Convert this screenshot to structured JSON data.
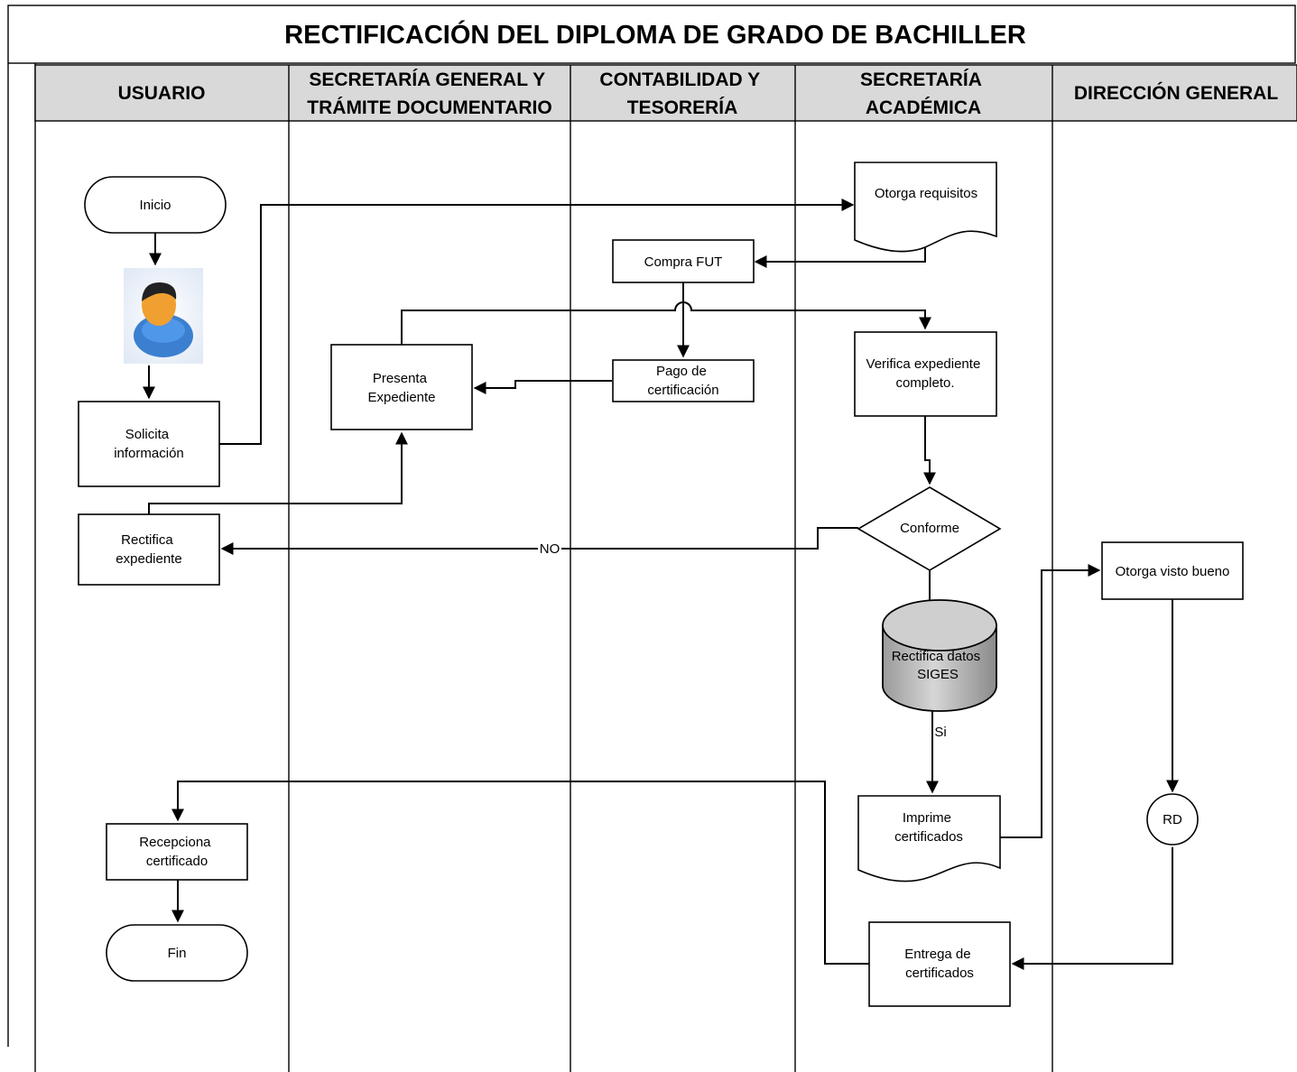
{
  "title": "RECTIFICACIÓN DEL DIPLOMA DE GRADO DE BACHILLER",
  "lanes": [
    {
      "lines": [
        "USUARIO"
      ]
    },
    {
      "lines": [
        "SECRETARÍA GENERAL Y",
        "TRÁMITE DOCUMENTARIO"
      ]
    },
    {
      "lines": [
        "CONTABILIDAD Y",
        "TESORERÍA"
      ]
    },
    {
      "lines": [
        "SECRETARÍA",
        "ACADÉMICA"
      ]
    },
    {
      "lines": [
        "DIRECCIÓN GENERAL"
      ]
    }
  ],
  "nodes": {
    "inicio": {
      "lines": [
        "Inicio"
      ]
    },
    "solicita": {
      "lines": [
        "Solicita",
        "información"
      ]
    },
    "rectifica_exp": {
      "lines": [
        "Rectifica",
        "expediente"
      ]
    },
    "recepciona": {
      "lines": [
        "Recepciona",
        "certificado"
      ]
    },
    "fin": {
      "lines": [
        "Fin"
      ]
    },
    "presenta": {
      "lines": [
        "Presenta",
        "Expediente"
      ]
    },
    "compra": {
      "lines": [
        "Compra FUT"
      ]
    },
    "pago": {
      "lines": [
        "Pago de",
        "certificación"
      ]
    },
    "otorga_req": {
      "lines": [
        "Otorga requisitos"
      ]
    },
    "verifica": {
      "lines": [
        "Verifica expediente",
        "completo."
      ]
    },
    "conforme": {
      "lines": [
        "Conforme"
      ]
    },
    "siges": {
      "lines": [
        "Rectifica datos",
        "SIGES"
      ]
    },
    "imprime": {
      "lines": [
        "Imprime",
        "certificados"
      ]
    },
    "entrega": {
      "lines": [
        "Entrega de",
        "certificados"
      ]
    },
    "visto": {
      "lines": [
        "Otorga visto bueno"
      ]
    },
    "rd": {
      "lines": [
        "RD"
      ]
    }
  },
  "edge_labels": {
    "no": "NO",
    "si": "Si"
  },
  "colors": {
    "lane_header_bg": "#d9d9d9",
    "cylinder_fill": "#bfbfbf",
    "user_icon_body": "#3b7fd0",
    "user_icon_face": "#f0a030",
    "user_icon_hair": "#222222"
  },
  "icons": {
    "user": "user-icon"
  }
}
